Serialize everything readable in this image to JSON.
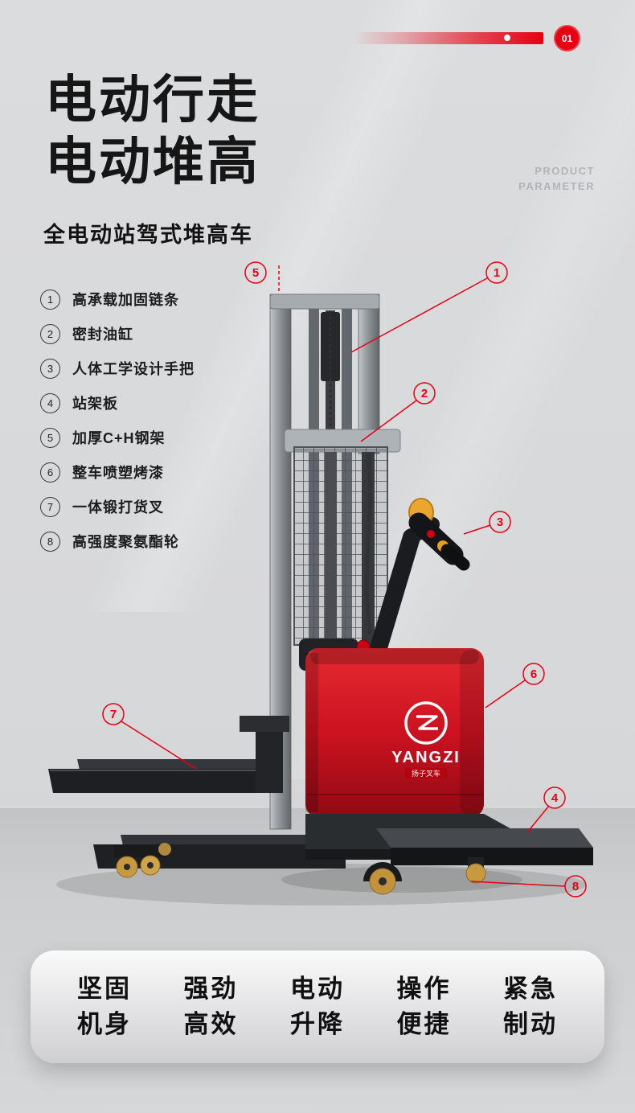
{
  "page": {
    "badge_number": "01",
    "title_line1": "电动行走",
    "title_line2": "电动堆高",
    "side_label_line1": "PRODUCT",
    "side_label_line2": "PARAMETER",
    "subtitle": "全电动站驾式堆高车"
  },
  "features": [
    {
      "num": "1",
      "label": "高承载加固链条"
    },
    {
      "num": "2",
      "label": "密封油缸"
    },
    {
      "num": "3",
      "label": "人体工学设计手把"
    },
    {
      "num": "4",
      "label": "站架板"
    },
    {
      "num": "5",
      "label": "加厚C+H钢架"
    },
    {
      "num": "6",
      "label": "整车喷塑烤漆"
    },
    {
      "num": "7",
      "label": "一体锻打货叉"
    },
    {
      "num": "8",
      "label": "高强度聚氨酯轮"
    }
  ],
  "callout_numbers": [
    "1",
    "2",
    "3",
    "4",
    "5",
    "6",
    "7",
    "8"
  ],
  "product": {
    "brand": "YANGZI",
    "brand_sub": "扬子叉车"
  },
  "bottom_features": [
    {
      "line1": "坚固",
      "line2": "机身"
    },
    {
      "line1": "强劲",
      "line2": "高效"
    },
    {
      "line1": "电动",
      "line2": "升降"
    },
    {
      "line1": "操作",
      "line2": "便捷"
    },
    {
      "line1": "紧急",
      "line2": "制动"
    }
  ],
  "colors": {
    "accent_red": "#e60012",
    "body_red": "#cc1220",
    "title_black": "#161616",
    "background_gray": "#d8d9db"
  }
}
